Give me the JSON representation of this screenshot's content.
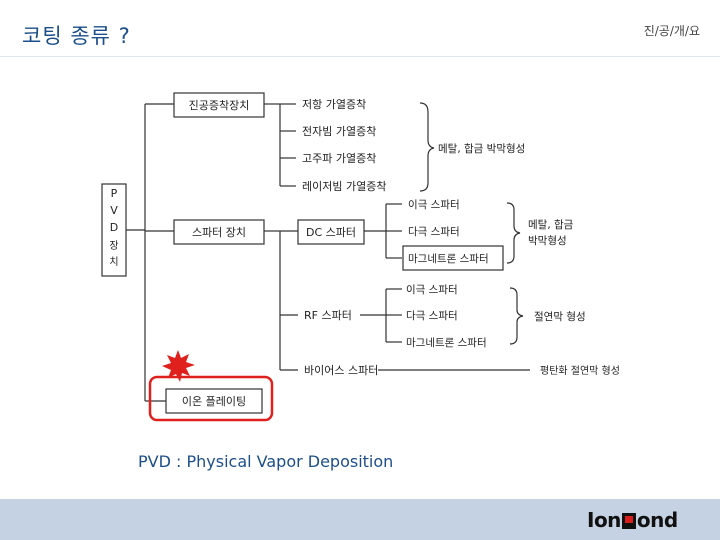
{
  "header": {
    "title": "코팅 종류 ?",
    "section": "진/공/개/요"
  },
  "diagram": {
    "root": "PVD 장치",
    "evaporation": {
      "device": "진공증착장치",
      "methods": [
        "저항 가열증착",
        "전자빔 가열증착",
        "고주파 가열증착",
        "레이저빔 가열증착"
      ],
      "result": "메탈, 합금 박막형성"
    },
    "sputter": {
      "device": "스파터 장치",
      "dc": {
        "label": "DC 스파터",
        "methods": [
          "이극 스파터",
          "다극 스파터",
          "마그네트론 스파터"
        ],
        "result_line1": "메탈, 합금",
        "result_line2": "박막형성"
      },
      "rf": {
        "label": "RF 스파터",
        "methods": [
          "이극 스파터",
          "다극 스파터",
          "마그네트론 스파터"
        ],
        "result": "절연막 형성"
      },
      "bias": {
        "label": "바이어스 스파터",
        "result": "평탄화 절연막 형성"
      }
    },
    "ion_plating": "이온 플레이팅",
    "highlight_color": "#e0201c"
  },
  "caption": "PVD : Physical Vapor Deposition",
  "footer": {
    "logo_left": "Ion",
    "logo_right": "ond"
  }
}
